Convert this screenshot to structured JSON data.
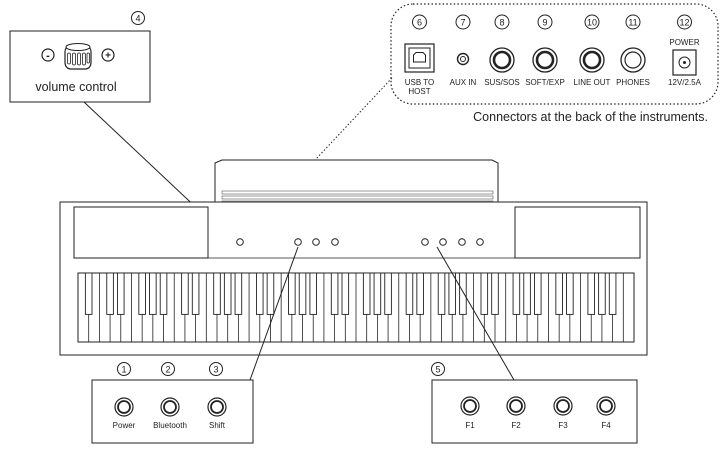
{
  "volume": {
    "number": "4",
    "minus": "-",
    "plus": "+",
    "label": "volume control"
  },
  "connectors": {
    "caption": "Connectors at the back of the instruments.",
    "items": [
      {
        "number": "6",
        "label": "USB TO",
        "label2": "HOST",
        "icon": "usb-b-port-icon"
      },
      {
        "number": "7",
        "label": "AUX IN",
        "icon": "aux-jack-icon"
      },
      {
        "number": "8",
        "label": "SUS/SOS",
        "icon": "jack-socket-icon"
      },
      {
        "number": "9",
        "label": "SOFT/EXP",
        "icon": "jack-socket-icon"
      },
      {
        "number": "10",
        "label": "LINE OUT",
        "icon": "jack-socket-icon"
      },
      {
        "number": "11",
        "label": "PHONES",
        "icon": "phones-jack-icon"
      },
      {
        "number": "12",
        "label": "12V/2.5A",
        "top_label": "POWER",
        "icon": "dc-power-jack-icon"
      }
    ]
  },
  "left_panel": {
    "buttons": [
      {
        "number": "1",
        "label": "Power"
      },
      {
        "number": "2",
        "label": "Bluetooth"
      },
      {
        "number": "3",
        "label": "Shift"
      }
    ]
  },
  "right_panel": {
    "number": "5",
    "buttons": [
      {
        "label": "F1"
      },
      {
        "label": "F2"
      },
      {
        "label": "F3"
      },
      {
        "label": "F4"
      }
    ]
  }
}
